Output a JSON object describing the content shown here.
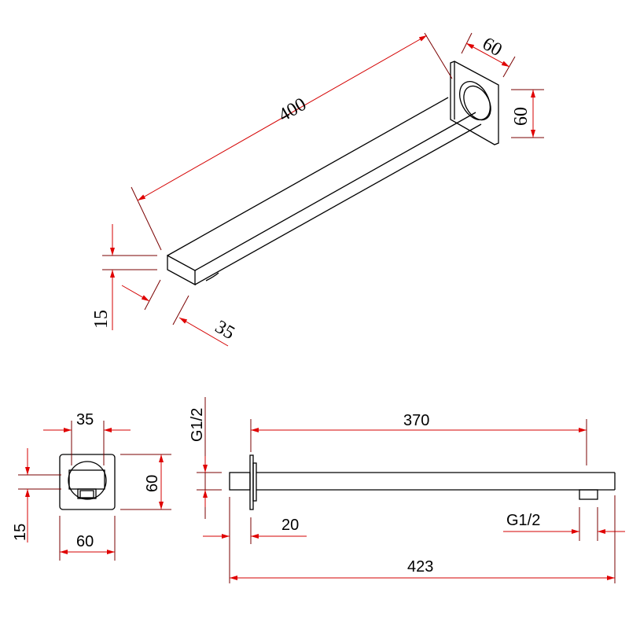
{
  "isometric_view": {
    "length": "400",
    "flange_width": "60",
    "flange_height": "60",
    "bar_height": "15",
    "bar_width": "35"
  },
  "end_view": {
    "bar_width": "35",
    "flange_height": "60",
    "bar_height": "15",
    "flange_width": "60"
  },
  "side_view": {
    "thread_left": "G1/2",
    "arm_length": "370",
    "flange_offset": "20",
    "thread_right": "G1/2",
    "overall_length": "423"
  },
  "colors": {
    "dimension": "#e00000",
    "outline": "#000000"
  }
}
